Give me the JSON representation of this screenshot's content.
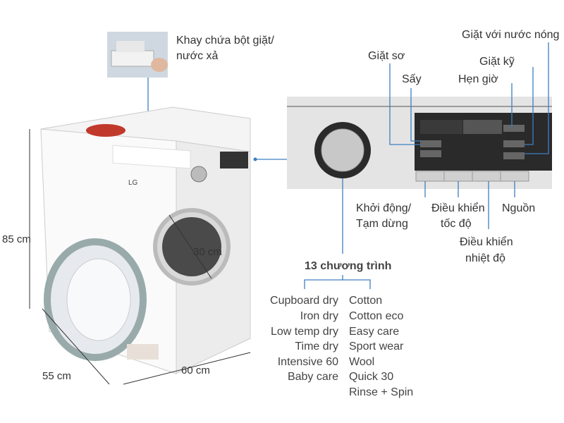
{
  "callouts": {
    "detergent_tray": [
      "Khay chứa bột giặt/",
      "nước xả"
    ],
    "prewash": "Giặt sơ",
    "dry": "Sấy",
    "hot_wash": "Giặt với nước nóng",
    "intensive": "Giặt kỹ",
    "timer": "Hẹn giờ",
    "start_pause": [
      "Khởi động/",
      "Tạm dừng"
    ],
    "spin_control": [
      "Điều khiển",
      "tốc độ"
    ],
    "power": "Nguồn",
    "temp_control": [
      "Điều khiển",
      "nhiệt độ"
    ]
  },
  "dimensions": {
    "height": "85 cm",
    "depth": "55 cm",
    "width": "60 cm",
    "door": "30 cm"
  },
  "programs": {
    "title": "13 chương trình",
    "left": [
      "Cupboard dry",
      "Iron dry",
      "Low temp dry",
      "Time dry",
      "Intensive 60",
      "Baby care"
    ],
    "right": [
      "Cotton",
      "Cotton eco",
      "Easy care",
      "Sport wear",
      "Wool",
      "Quick 30",
      "Rinse + Spin"
    ]
  },
  "brand": "LG",
  "colors": {
    "accent_line": "#3d7fc1",
    "text": "#333333",
    "panel": "#e4e4e4",
    "display": "#2a2a2a"
  }
}
